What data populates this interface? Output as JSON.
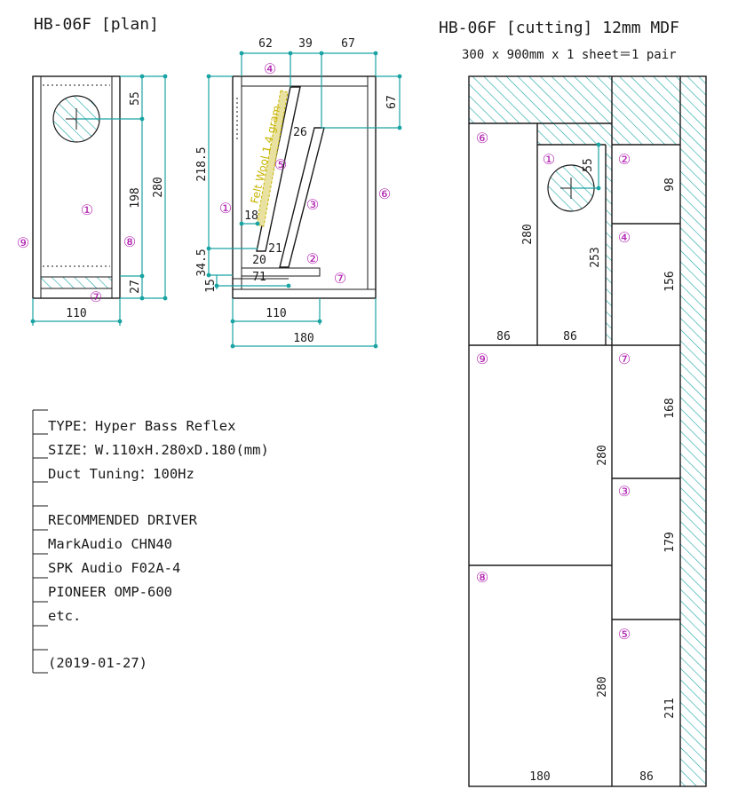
{
  "plan": {
    "title": "HB-06F [plan]",
    "front": {
      "dims": [
        "55",
        "198",
        "27",
        "280",
        "110"
      ],
      "labels": [
        "①",
        "⑧",
        "⑨",
        "⑦"
      ]
    },
    "side": {
      "top_dims": [
        "62",
        "39",
        "67"
      ],
      "left_dims": [
        "218.5",
        "34.5",
        "15"
      ],
      "right_dim": "67",
      "bottom_dims": [
        "110",
        "180"
      ],
      "inner_dims": [
        "26",
        "18",
        "21",
        "20",
        "71"
      ],
      "felt_label": "Felt Wool 1.4 gram",
      "labels": [
        "④",
        "⑤",
        "①",
        "③",
        "②",
        "⑦",
        "⑥"
      ]
    }
  },
  "cutting": {
    "title": "HB-06F [cutting] 12mm MDF",
    "subtitle": "300 x 900mm x 1 sheet＝1 pair",
    "parts": [
      {
        "label": "⑥",
        "dims": [
          "280",
          "86"
        ]
      },
      {
        "label": "①",
        "dims": [
          "55",
          "253",
          "86"
        ]
      },
      {
        "label": "②",
        "dims": [
          "98"
        ]
      },
      {
        "label": "④",
        "dims": [
          "156"
        ]
      },
      {
        "label": "⑨",
        "dims": [
          "280"
        ]
      },
      {
        "label": "⑦",
        "dims": [
          "168"
        ]
      },
      {
        "label": "③",
        "dims": [
          "179"
        ]
      },
      {
        "label": "⑧",
        "dims": [
          "280",
          "180"
        ]
      },
      {
        "label": "⑤",
        "dims": [
          "211",
          "86"
        ]
      }
    ]
  },
  "notes": [
    "TYPE：Hyper Bass Reflex",
    "SIZE：W.110xH.280xD.180(mm)",
    "Duct Tuning：100Hz",
    "",
    "RECOMMENDED DRIVER",
    "MarkAudio CHN40",
    "SPK Audio F02A-4",
    "PIONEER OMP-600",
    "etc.",
    "",
    "(2019-01-27)"
  ],
  "colors": {
    "dimension": "#1aa3a3",
    "part_label": "#b01fb0",
    "felt": "#c8b400",
    "hatch": "#1aa3a3"
  }
}
